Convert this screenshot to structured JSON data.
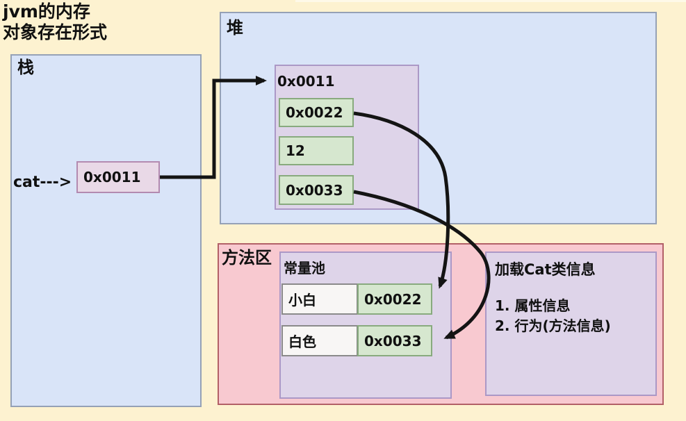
{
  "title": {
    "line1": "jvm的内存",
    "line2": "对象存在形式"
  },
  "stack": {
    "label": "栈",
    "variable": "cat--->",
    "address": "0x0011"
  },
  "heap": {
    "label": "堆",
    "object": {
      "header": "0x0011",
      "fields": [
        "0x0022",
        "12",
        "0x0033"
      ]
    }
  },
  "method_area": {
    "label": "方法区",
    "constant_pool": {
      "label": "常量池",
      "entries": [
        {
          "name": "小白",
          "address": "0x0022"
        },
        {
          "name": "白色",
          "address": "0x0033"
        }
      ]
    },
    "class_info": {
      "title": "加载Cat类信息",
      "items": [
        "1. 属性信息",
        "2. 行为(方法信息)"
      ]
    }
  },
  "colors": {
    "bg": "#fdf2d0",
    "blue_fill": "#d9e4f8",
    "blue_border": "#95a1b6",
    "purple_fill": "#ded4e9",
    "purple_border": "#ab98c6",
    "addr_fill": "#e9d9e7",
    "addr_border": "#b38ab0",
    "green_fill": "#d6e7cf",
    "green_border": "#88aa7e",
    "pink_fill": "#f8c9d0",
    "pink_border": "#b26067",
    "white_fill": "#f8f6f5",
    "white_border": "#8a8a8a",
    "line": "#141414",
    "text": "#101010"
  }
}
